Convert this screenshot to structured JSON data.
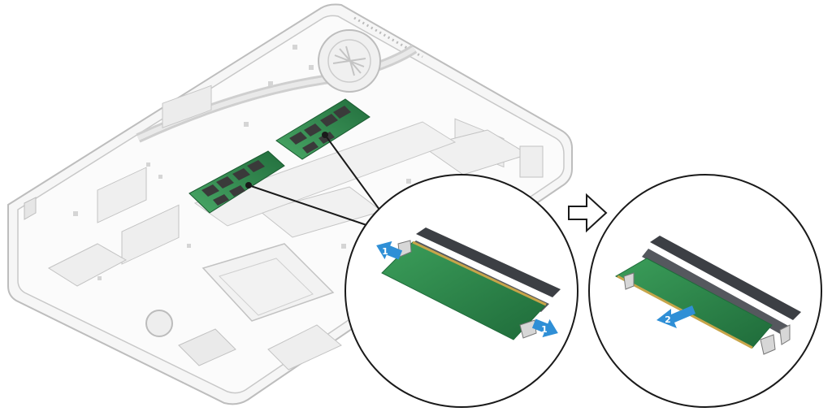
{
  "diagram": {
    "callouts": {
      "left_top_arrow": "1",
      "left_bottom_arrow": "1",
      "right_arrow": "2"
    },
    "colors": {
      "board_outline": "#bfbfbf",
      "board_fill": "#f4f4f4",
      "memory_green": "#2f8f4e",
      "memory_green_dark": "#1f6b3a",
      "chip_dark": "#3a3a3a",
      "socket": "#3c3f44",
      "arrow_blue": "#2f8fd6",
      "line": "#1a1a1a"
    }
  }
}
